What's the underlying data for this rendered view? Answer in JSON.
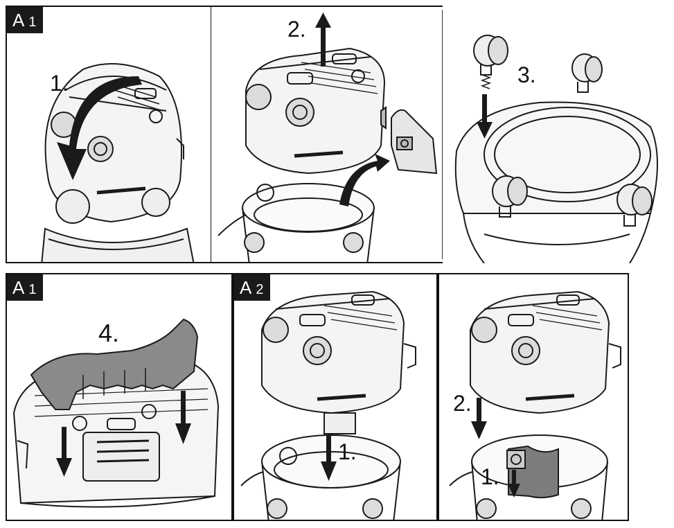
{
  "panels": {
    "top_left": {
      "badge_letter": "A",
      "badge_number": "1",
      "step": "1."
    },
    "top_middle": {
      "step": "2."
    },
    "top_right": {
      "step": "3."
    },
    "bottom_left": {
      "badge_letter": "A",
      "badge_number": "1",
      "step": "4."
    },
    "bottom_middle": {
      "badge_letter": "A",
      "badge_number": "2",
      "step": "1."
    },
    "bottom_right": {
      "step_a": "2.",
      "step_b": "1."
    }
  },
  "colors": {
    "line": "#1a1a1a",
    "shade": "#7d7d7d",
    "light": "#d9d9d9",
    "bg": "#ffffff"
  },
  "icons": [
    "rotate-arrow-icon",
    "up-arrow-icon",
    "down-arrow-icon",
    "curved-arrow-icon"
  ]
}
